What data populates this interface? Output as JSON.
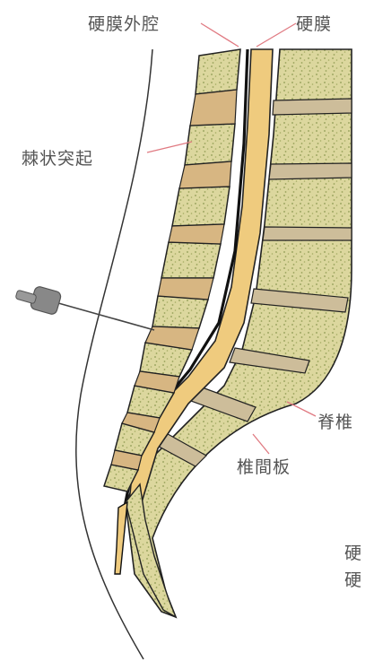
{
  "labels": {
    "epidural_space": "硬膜外腔",
    "dura": "硬膜",
    "spinous_process": "棘状突起",
    "vertebra": "脊椎",
    "intervertebral_disc": "椎間板",
    "edge_text_1": "硬",
    "edge_text_2": "硬"
  },
  "colors": {
    "bone_fill": "#d9d49a",
    "bone_spots": "#8e9a52",
    "disc_fill": "#c9b796",
    "disc_tan": "#d7b682",
    "dura_fill": "#efcb7e",
    "outline": "#222222",
    "leader": "#e07a82",
    "skin_line": "#333333",
    "needle_body": "#777777"
  },
  "icons": {
    "needle": "syringe-needle-icon"
  }
}
